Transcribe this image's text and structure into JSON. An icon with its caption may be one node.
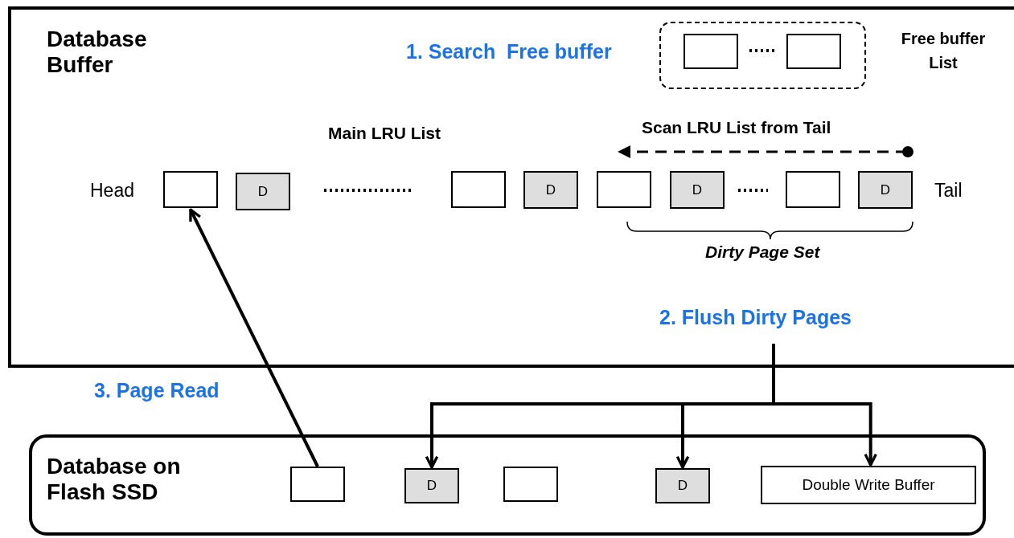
{
  "diagram": {
    "nodes": [
      {
        "text": [
          "Database Buffer"
        ]
      },
      {
        "text": [
          "Free buffer List"
        ],
        "in": 0
      },
      {
        "text": [],
        "shape": "box",
        "in": 1
      },
      {
        "text": [],
        "shape": "box",
        "in": 1
      },
      {
        "text": [],
        "shape": "box",
        "in": 0
      },
      {
        "text": [
          "D"
        ],
        "in": 0
      },
      {
        "text": [],
        "shape": "box",
        "in": 0
      },
      {
        "text": [
          "D"
        ],
        "in": 0
      },
      {
        "text": [],
        "shape": "box",
        "in": 0
      },
      {
        "text": [
          "D"
        ],
        "in": 0
      },
      {
        "text": [],
        "shape": "box",
        "in": 0
      },
      {
        "text": [
          "D"
        ],
        "in": 0
      },
      {
        "text": [
          "Database on Flash SSD"
        ]
      },
      {
        "text": [],
        "shape": "box",
        "in": 12
      },
      {
        "text": [
          "D"
        ],
        "in": 12
      },
      {
        "text": [],
        "shape": "box",
        "in": 12
      },
      {
        "text": [
          "D"
        ],
        "in": 12
      },
      {
        "text": [
          "Double Write Buffer"
        ],
        "in": 12
      }
    ],
    "edges": [
      {
        "from": 13,
        "to": 4,
        "arrow": "to"
      },
      {
        "from": null,
        "to": 14,
        "arrow": "to"
      },
      {
        "from": null,
        "to": 16,
        "arrow": "to"
      },
      {
        "from": null,
        "to": 17,
        "arrow": "to"
      }
    ],
    "labels": [
      "1. Search  Free buffer",
      "Main LRU List",
      "Scan LRU List from Tail",
      "Head",
      "Tail",
      "Dirty Page Set",
      "2. Flush Dirty Pages",
      "3. Page Read"
    ]
  }
}
